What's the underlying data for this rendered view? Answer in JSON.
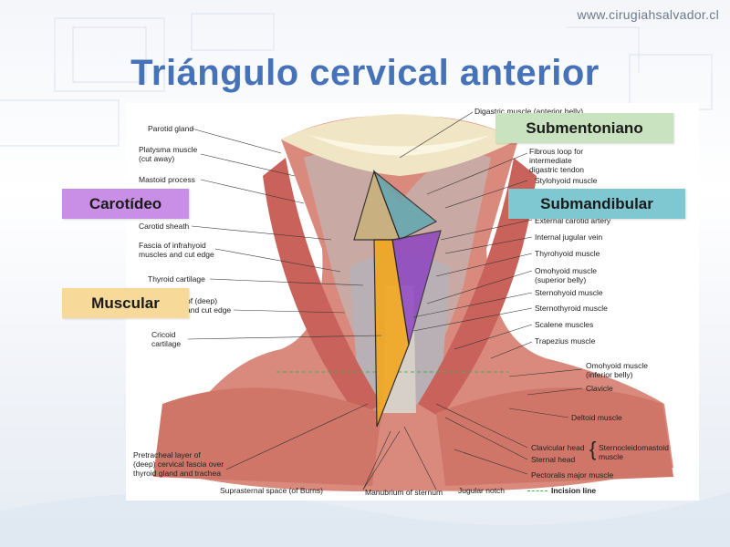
{
  "header": {
    "url": "www.cirugiahsalvador.cl",
    "title": "Triángulo cervical anterior"
  },
  "triangles": {
    "submentoniano": {
      "label": "Submentoniano",
      "color": "#c9e3c0"
    },
    "carotideo": {
      "label": "Carotídeo",
      "color": "#c98ee6"
    },
    "submandibular": {
      "label": "Submandibular",
      "color": "#7fc8d2"
    },
    "muscular": {
      "label": "Muscular",
      "color": "#f7d999"
    }
  },
  "labels": {
    "left": {
      "parotid_gland": "Parotid gland",
      "platysma": "Platysma muscle\n(cut away)",
      "mastoid": "Mastoid process",
      "carotid_sheath": "Carotid sheath",
      "fascia_infrahyoid": "Fascia of infrahyoid\nmuscles and cut edge",
      "thyroid_cartilage": "Thyroid cartilage",
      "investing_layer": "of (deep)\nand cut edge",
      "cricoid": "Cricoid\ncartilage",
      "pretracheal": "Pretracheal layer of\n(deep) cervical fascia over\nthyroid gland and trachea"
    },
    "right": {
      "digastric_ant": "Digastric muscle (anterior belly)",
      "fibrous_loop": "Fibrous loop for\nintermediate\ndigastric tendon",
      "stylohyoid": "Stylohyoid muscle",
      "ext_carotid": "External carotid artery",
      "int_jugular": "Internal jugular vein",
      "thyrohyoid": "Thyrohyoid muscle",
      "omohyoid_sup": "Omohyoid muscle\n(superior belly)",
      "sternohyoid": "Sternohyoid muscle",
      "sternothyroid": "Sternothyroid muscle",
      "scalene": "Scalene muscles",
      "trapezius": "Trapezius muscle",
      "omohyoid_inf": "Omohyoid muscle\n(inferior belly)",
      "clavicle": "Clavicle",
      "deltoid": "Deltoid muscle",
      "clavicular_head": "Clavicular head",
      "sternal_head": "Sternal head",
      "scm": "Sternocleidomastoid\nmuscle",
      "pectoralis": "Pectoralis major muscle"
    },
    "bottom": {
      "suprasternal": "Suprasternal space (of Burns)",
      "manubrium": "Manubrium of sternum",
      "jugular_notch": "Jugular notch",
      "incision_line": "Incision line"
    }
  }
}
